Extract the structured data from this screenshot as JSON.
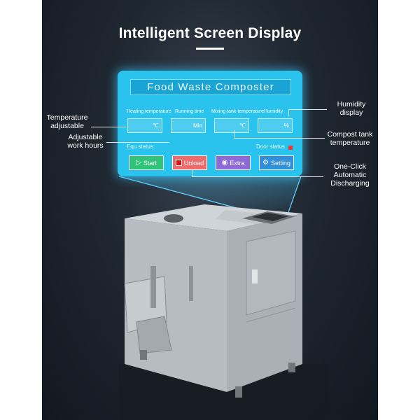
{
  "heading": "Intelligent Screen Display",
  "screen": {
    "title": "Food Waste Composter",
    "fields": [
      {
        "label": "Heating temperature",
        "unit": "℃"
      },
      {
        "label": "Running time",
        "unit": "Min"
      },
      {
        "label": "Mixing tank temperature",
        "unit": "℃"
      },
      {
        "label": "Humidity",
        "unit": "%"
      }
    ],
    "equ_status": "Equ status:",
    "door_status": "Door status",
    "buttons": [
      {
        "label": "Start",
        "icon": "play-icon",
        "color": "#2fc47a"
      },
      {
        "label": "Unload",
        "icon": "stop-icon",
        "color": "#ef6a6a"
      },
      {
        "label": "Extra",
        "icon": "eye-icon",
        "color": "#8e6ad8"
      },
      {
        "label": "Setting",
        "icon": "gear-icon",
        "color": "#2f8fd8"
      }
    ]
  },
  "callouts": {
    "temperature": "Temperature\nadjustable",
    "work_hours": "Adjustable\nwork hours",
    "humidity": "Humidity\ndisplay",
    "compost_temp": "Compost tank\ntemperature",
    "discharging": "One-Click\nAutomatic\nDischarging"
  },
  "colors": {
    "panel": "#29c3ee",
    "background": "#1a212b"
  }
}
